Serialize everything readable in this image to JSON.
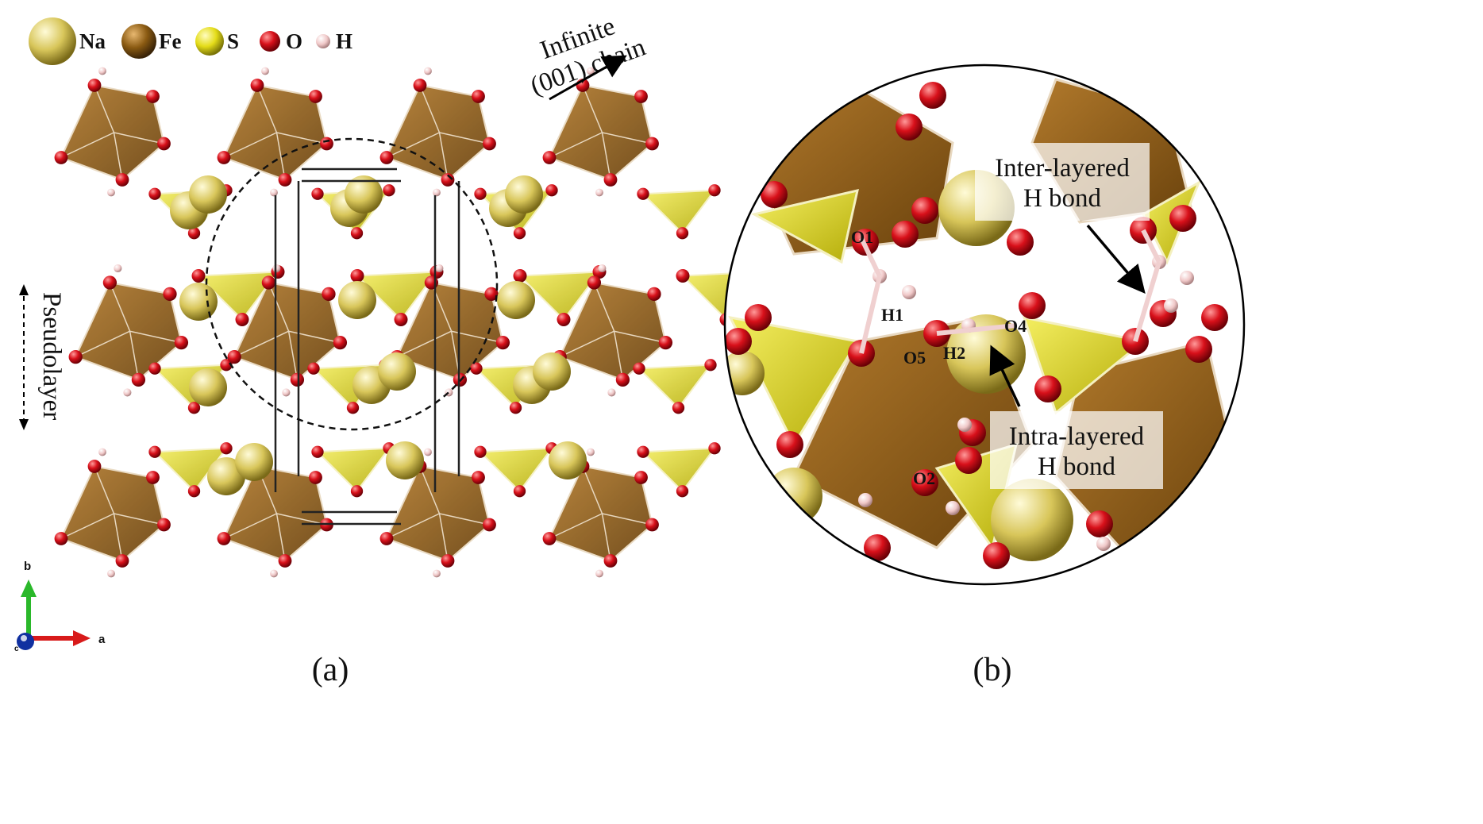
{
  "legend": {
    "items": [
      {
        "symbol": "Na",
        "color": "#d8c65a"
      },
      {
        "symbol": "Fe",
        "color": "#8a5a12"
      },
      {
        "symbol": "S",
        "color": "#e4dc18"
      },
      {
        "symbol": "O",
        "color": "#d8101a"
      },
      {
        "symbol": "H",
        "color": "#f0c8c8"
      }
    ]
  },
  "panel_a": {
    "label": "(a)",
    "chain_annotation": {
      "line1": "Infinite",
      "line2": "(001) chain"
    },
    "pseudolayer_label": "Pseudolayer",
    "axes": {
      "b": "b",
      "a": "a",
      "c": "c"
    }
  },
  "panel_b": {
    "label": "(b)",
    "atoms": [
      "O1",
      "H1",
      "O5",
      "H2",
      "O4",
      "O2"
    ],
    "inter_layer_note": {
      "line1": "Inter-layered",
      "line2": "H bond"
    },
    "intra_layer_note": {
      "line1": "Intra-layered",
      "line2": "H bond"
    }
  },
  "colors": {
    "fe_polyhedron": "#8a5a12",
    "s_tetrahedron": "#e0d810",
    "oxygen": "#d8101a",
    "hydrogen": "#f0c8c8",
    "sodium": "#d8c65a"
  }
}
